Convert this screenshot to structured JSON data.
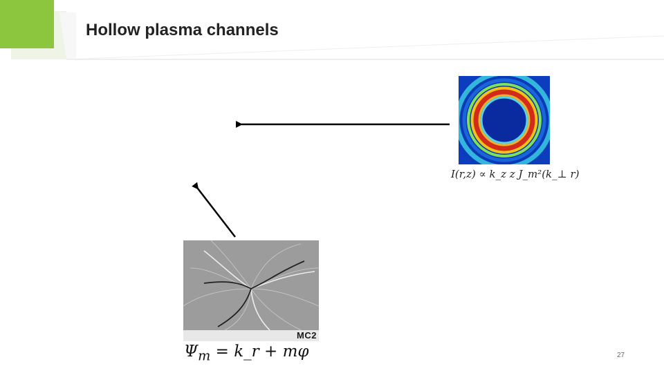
{
  "slide": {
    "title": "Hollow plasma channels",
    "page_number": "27"
  },
  "images": {
    "ring": {
      "formula": "I(r,z) ∝ k_z z J_m²(k_⊥ r)"
    },
    "sem": {
      "logo": "MC2",
      "formula_lhs": "Ψ",
      "formula_sub": "m",
      "formula_rhs": " = k_r + mφ"
    }
  },
  "colors": {
    "accent": "#8cc63f",
    "ring_background": "#0a2aa0",
    "ring_red": "#d42a1a"
  },
  "icons": {
    "arrow_left": "arrow-left-icon",
    "arrow_up_left": "arrow-up-left-icon"
  }
}
